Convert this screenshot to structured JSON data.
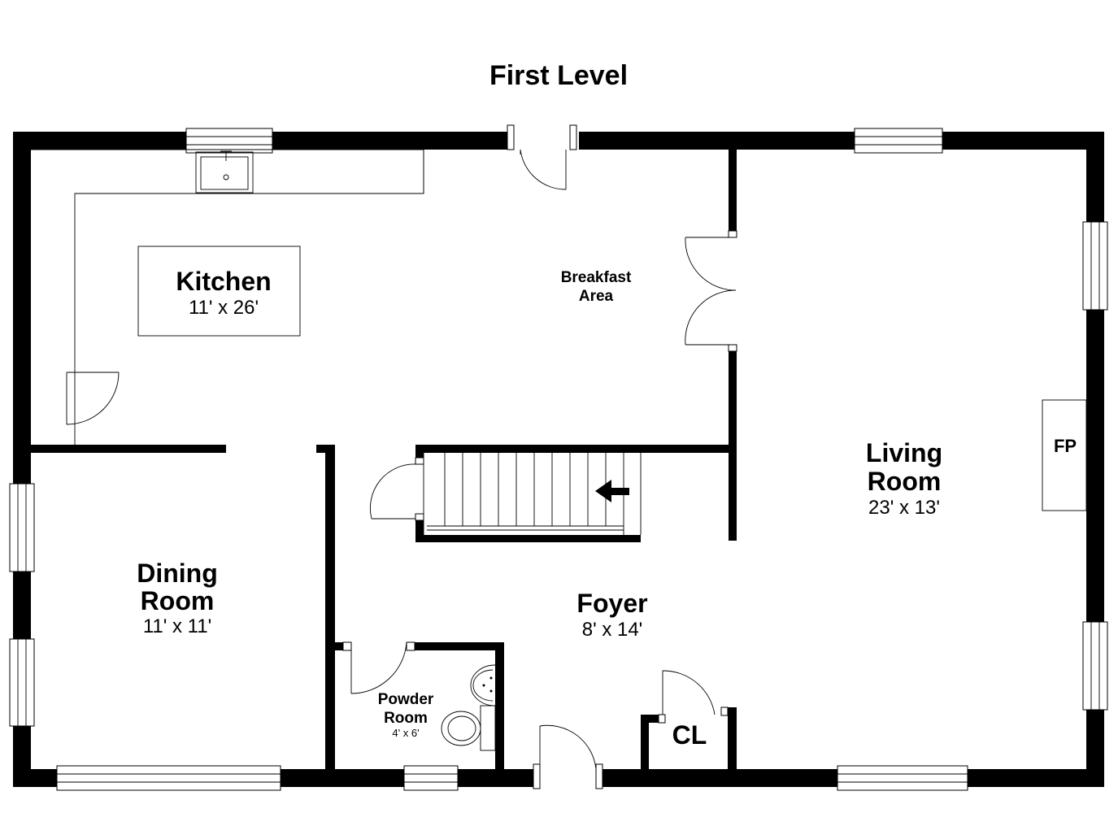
{
  "title": "First Level",
  "rooms": {
    "kitchen": {
      "name": "Kitchen",
      "dims": "11' x 26'"
    },
    "breakfast": {
      "line1": "Breakfast",
      "line2": "Area"
    },
    "living": {
      "line1": "Living",
      "line2": "Room",
      "dims": "23' x 13'"
    },
    "dining": {
      "line1": "Dining",
      "line2": "Room",
      "dims": "11' x 11'"
    },
    "foyer": {
      "name": "Foyer",
      "dims": "8' x 14'"
    },
    "powder": {
      "line1": "Powder",
      "line2": "Room",
      "dims": "4' x 6'"
    },
    "closet": {
      "name": "CL"
    },
    "fireplace": {
      "name": "FP"
    }
  },
  "colors": {
    "walls": "#000000",
    "background": "#ffffff"
  }
}
